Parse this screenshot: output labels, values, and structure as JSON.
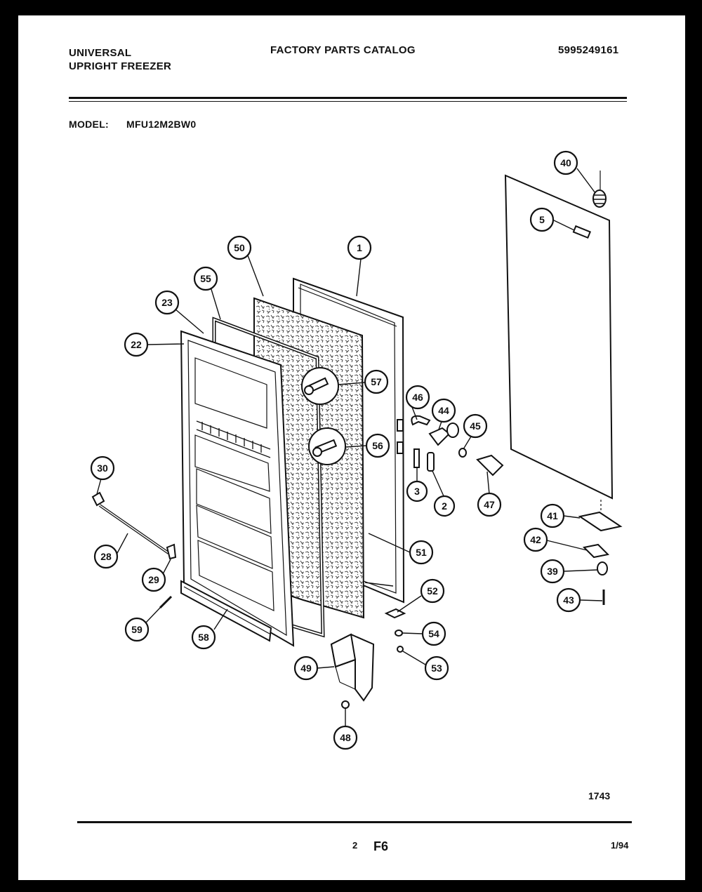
{
  "header": {
    "brand_line1": "UNIVERSAL",
    "brand_line2": "UPRIGHT FREEZER",
    "catalog_title": "FACTORY PARTS CATALOG",
    "catalog_number": "5995249161",
    "model_label": "MODEL:",
    "model_value": "MFU12M2BW0"
  },
  "callouts": [
    "40",
    "5",
    "50",
    "1",
    "55",
    "23",
    "22",
    "57",
    "46",
    "44",
    "45",
    "56",
    "3",
    "2",
    "47",
    "30",
    "41",
    "42",
    "28",
    "51",
    "39",
    "29",
    "52",
    "43",
    "59",
    "58",
    "54",
    "49",
    "53",
    "48"
  ],
  "footer": {
    "drawing_number": "1743",
    "page_number": "2",
    "section_code": "F6",
    "revision_date": "1/94"
  }
}
